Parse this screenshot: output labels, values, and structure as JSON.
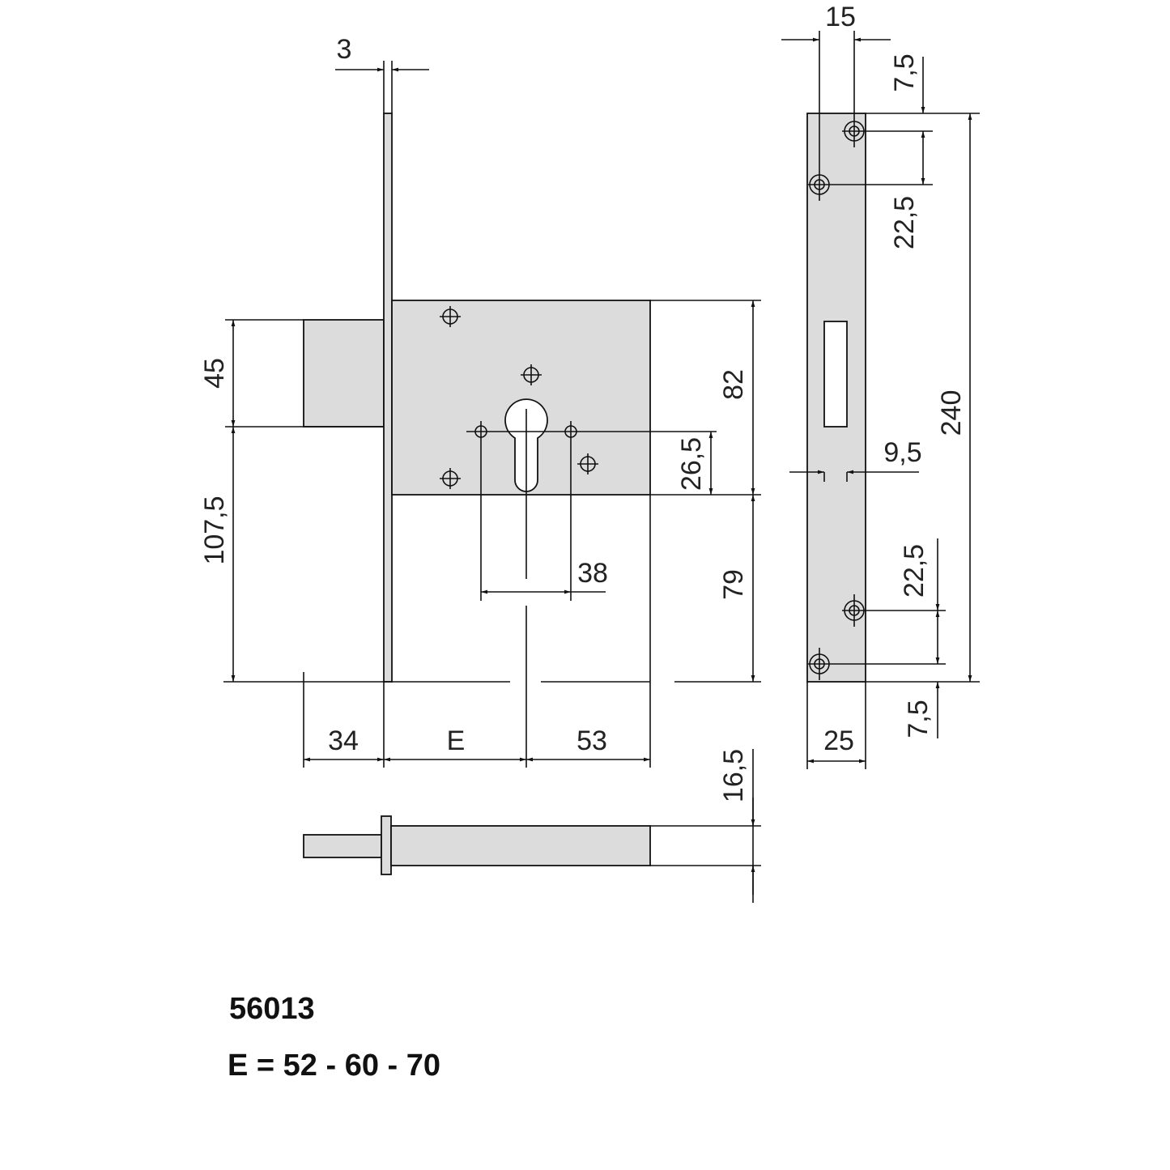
{
  "drawing": {
    "model": "56013",
    "backset_options": "E = 52 - 60 - 70",
    "fill_color": "#dcdcdc",
    "dimensions": {
      "faceplate_thickness": "3",
      "bolt_height": "45",
      "bolt_to_bottom": "107,5",
      "bolt_throw": "34",
      "backset": "E",
      "case_depth_from_axis": "53",
      "case_height": "82",
      "cylinder_axis_height": "26,5",
      "axis_to_bottom": "79",
      "handle_spacing": "38",
      "bolt_thickness": "16,5",
      "faceplate_screw_offset": "15",
      "top_screw_margin": "7,5",
      "top_screw_spacing": "22,5",
      "faceplate_length": "240",
      "slot_width": "9,5",
      "bottom_screw_spacing": "22,5",
      "bottom_screw_margin": "7,5",
      "faceplate_width": "25"
    }
  }
}
